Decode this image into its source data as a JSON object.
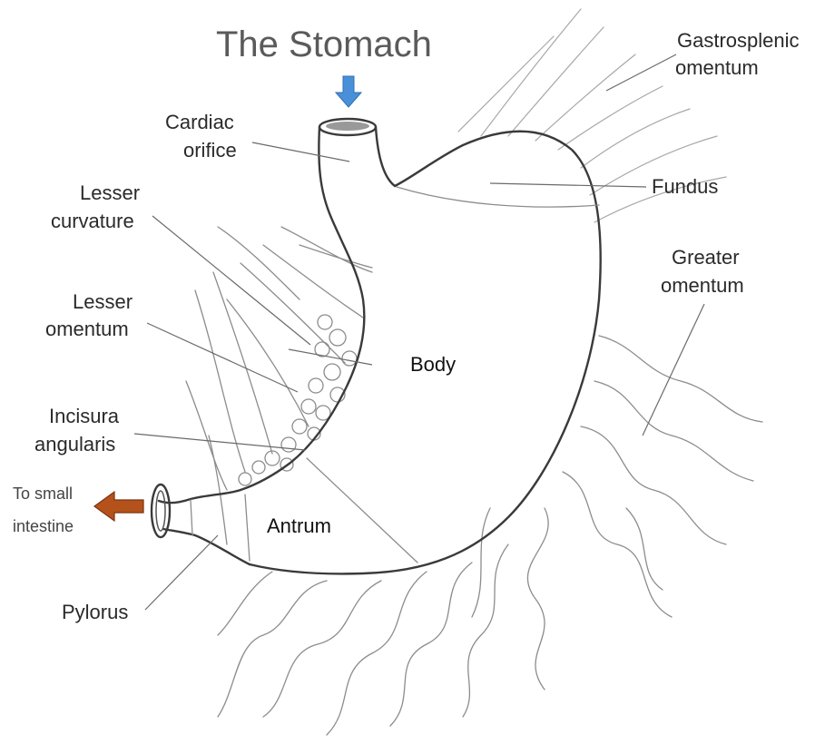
{
  "title": "The Stomach",
  "colors": {
    "down_arrow": "#4a90d9",
    "exit_arrow": "#b5521b",
    "outline": "#3a3a3a"
  },
  "labels": {
    "gastrosplenic_line1": "Gastrosplenic",
    "gastrosplenic_line2": "omentum",
    "cardiac_line1": "Cardiac",
    "cardiac_line2": "orifice",
    "fundus": "Fundus",
    "lesser_curvature_line1": "Lesser",
    "lesser_curvature_line2": "curvature",
    "greater_omentum_line1": "Greater",
    "greater_omentum_line2": "omentum",
    "lesser_omentum_line1": "Lesser",
    "lesser_omentum_line2": "omentum",
    "body": "Body",
    "incisura_line1": "Incisura",
    "incisura_line2": "angularis",
    "to_small_line1": "To small",
    "to_small_line2": "intestine",
    "antrum": "Antrum",
    "pylorus": "Pylorus"
  },
  "icons": {
    "inflow_arrow": "down-arrow-icon",
    "outflow_arrow": "left-arrow-icon"
  }
}
